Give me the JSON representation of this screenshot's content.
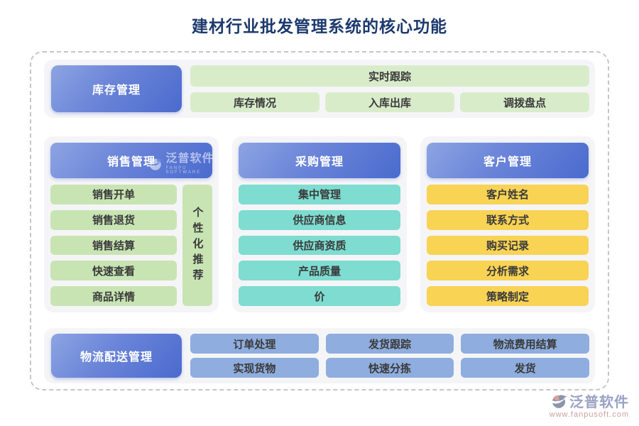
{
  "title": "建材行业批发管理系统的核心功能",
  "colors": {
    "title_text": "#1c3a6e",
    "header_gradient_start": "#8da4e2",
    "header_gradient_end": "#4a6bce",
    "panel_background": "#f5f5f7",
    "green_light": "#d9ecca",
    "green": "#c8e4b3",
    "teal": "#7edcd0",
    "yellow": "#f8d354",
    "blue_item": "#8fadde",
    "item_text": "#3a3a3a",
    "dashed_border": "#c6c6c6",
    "footer_brand": "#9aa2c4",
    "footer_url": "#c9a29c"
  },
  "inventory": {
    "header": "库存管理",
    "featured_item": "实时跟踪",
    "items": [
      "库存情况",
      "入库出库",
      "调拨盘点"
    ]
  },
  "sales": {
    "header": "销售管理",
    "items": [
      "销售开单",
      "销售退货",
      "销售结算",
      "快速查看",
      "商品详情"
    ],
    "side_item": "个性化推荐"
  },
  "purchase": {
    "header": "采购管理",
    "items": [
      "集中管理",
      "供应商信息",
      "供应商资质",
      "产品质量",
      "价"
    ]
  },
  "customer": {
    "header": "客户管理",
    "items": [
      "客户姓名",
      "联系方式",
      "购买记录",
      "分析需求",
      "策略制定"
    ]
  },
  "logistics": {
    "header": "物流配送管理",
    "row1": [
      "订单处理",
      "发货跟踪",
      "物流费用结算"
    ],
    "row2": [
      "实现货物",
      "快速分拣",
      "发货"
    ]
  },
  "watermark": {
    "brand": "泛普软件",
    "sub": "FANPU SOFTWARE"
  },
  "footer": {
    "brand": "泛普软件",
    "website": "www.fanpusoft.com"
  }
}
